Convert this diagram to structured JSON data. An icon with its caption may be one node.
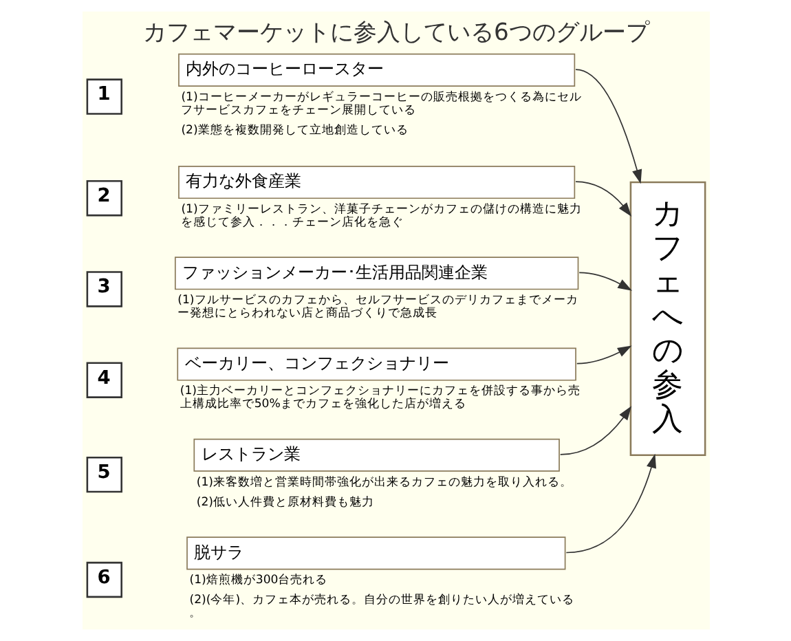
{
  "diagram": {
    "title": "カフェマーケットに参入している6つのグループ",
    "nodes": [
      {
        "text": [
          "1"
        ]
      },
      {
        "text": [
          "内外のコーヒーロースター"
        ],
        "beside": [
          "(1)コーヒーメーカーがレギュラーコーヒーの販売根拠をつくる為にセルフサービスカフェをチェーン展開している",
          "(2)業態を複数開発して立地創造している"
        ]
      },
      {
        "text": [
          "2"
        ]
      },
      {
        "text": [
          "有力な外食産業"
        ],
        "beside": [
          "(1)ファミリーレストラン、洋菓子チェーンがカフェの儲けの構造に魅力を感じて参入．．．チェーン店化を急ぐ"
        ]
      },
      {
        "text": [
          "3"
        ]
      },
      {
        "text": [
          "ファッションメーカー･生活用品関連企業"
        ],
        "beside": [
          "(1)フルサービスのカフェから、セルフサービスのデリカフェまでメーカー発想にとらわれない店と商品づくりで急成長"
        ]
      },
      {
        "text": [
          "4"
        ]
      },
      {
        "text": [
          "ベーカリー、コンフェクショナリー"
        ],
        "beside": [
          "(1)主力ベーカリーとコンフェクショナリーにカフェを併設する事から売上構成比率で50%までカフェを強化した店が増える"
        ]
      },
      {
        "text": [
          "5"
        ]
      },
      {
        "text": [
          "レストラン業"
        ],
        "beside": [
          "(1)来客数増と営業時間帯強化が出来るカフェの魅力を取り入れる。",
          "(2)低い人件費と原材料費も魅力"
        ]
      },
      {
        "text": [
          "6"
        ]
      },
      {
        "text": [
          "脱サラ"
        ],
        "beside": [
          "(1)焙煎機が300台売れる",
          "(2)(今年)、カフェ本が売れる。自分の世界を創りたい人が増えている。"
        ]
      },
      {
        "text": [
          "カフェへの参入"
        ]
      }
    ],
    "edges": [
      {
        "from": 1,
        "to": 12,
        "arrow": "to"
      },
      {
        "from": 3,
        "to": 12,
        "arrow": "to"
      },
      {
        "from": 5,
        "to": 12,
        "arrow": "to"
      },
      {
        "from": 7,
        "to": 12,
        "arrow": "to"
      },
      {
        "from": 9,
        "to": 12,
        "arrow": "to"
      },
      {
        "from": 11,
        "to": 12,
        "arrow": "to"
      }
    ]
  }
}
